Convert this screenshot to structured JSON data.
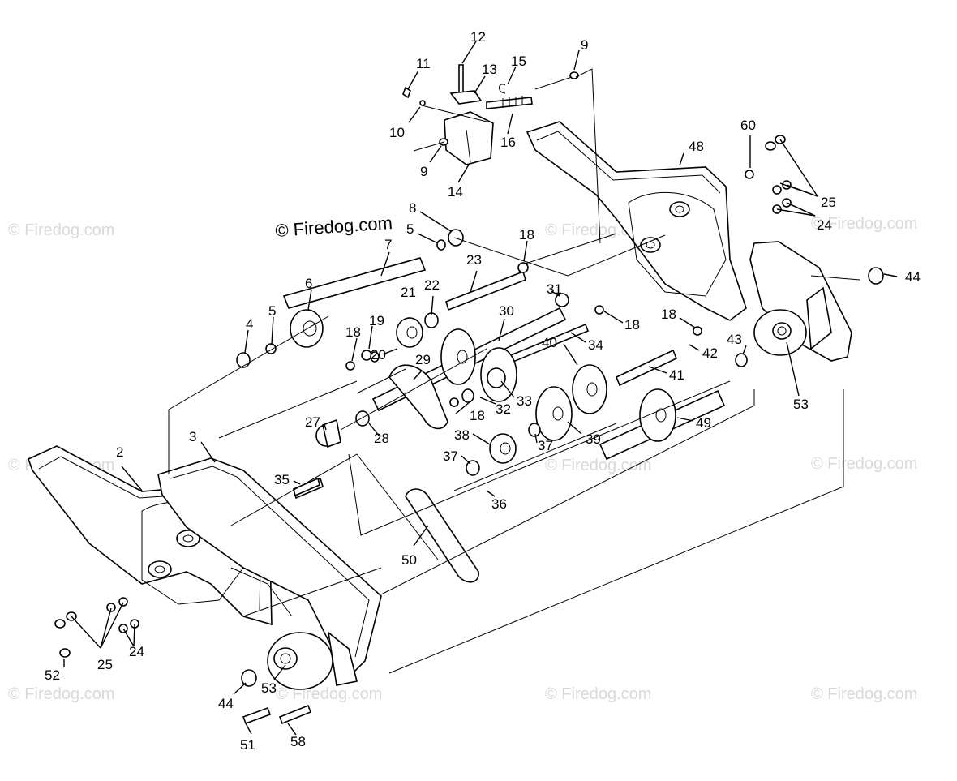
{
  "watermark": {
    "main": "© Firedog.com",
    "repeat": "© Firedog.com"
  },
  "callouts": [
    {
      "label": "2"
    },
    {
      "label": "3"
    },
    {
      "label": "4"
    },
    {
      "label": "5"
    },
    {
      "label": "5"
    },
    {
      "label": "6"
    },
    {
      "label": "7"
    },
    {
      "label": "8"
    },
    {
      "label": "9"
    },
    {
      "label": "9"
    },
    {
      "label": "10"
    },
    {
      "label": "11"
    },
    {
      "label": "12"
    },
    {
      "label": "13"
    },
    {
      "label": "14"
    },
    {
      "label": "15"
    },
    {
      "label": "16"
    },
    {
      "label": "18"
    },
    {
      "label": "18"
    },
    {
      "label": "18"
    },
    {
      "label": "18"
    },
    {
      "label": "18"
    },
    {
      "label": "19"
    },
    {
      "label": "20"
    },
    {
      "label": "21"
    },
    {
      "label": "22"
    },
    {
      "label": "23"
    },
    {
      "label": "24"
    },
    {
      "label": "24"
    },
    {
      "label": "25"
    },
    {
      "label": "25"
    },
    {
      "label": "27"
    },
    {
      "label": "28"
    },
    {
      "label": "29"
    },
    {
      "label": "30"
    },
    {
      "label": "31"
    },
    {
      "label": "32"
    },
    {
      "label": "33"
    },
    {
      "label": "34"
    },
    {
      "label": "35"
    },
    {
      "label": "36"
    },
    {
      "label": "37"
    },
    {
      "label": "37"
    },
    {
      "label": "38"
    },
    {
      "label": "39"
    },
    {
      "label": "40"
    },
    {
      "label": "41"
    },
    {
      "label": "42"
    },
    {
      "label": "43"
    },
    {
      "label": "44"
    },
    {
      "label": "44"
    },
    {
      "label": "48"
    },
    {
      "label": "49"
    },
    {
      "label": "50"
    },
    {
      "label": "51"
    },
    {
      "label": "52"
    },
    {
      "label": "53"
    },
    {
      "label": "53"
    },
    {
      "label": "58"
    },
    {
      "label": "60"
    }
  ]
}
